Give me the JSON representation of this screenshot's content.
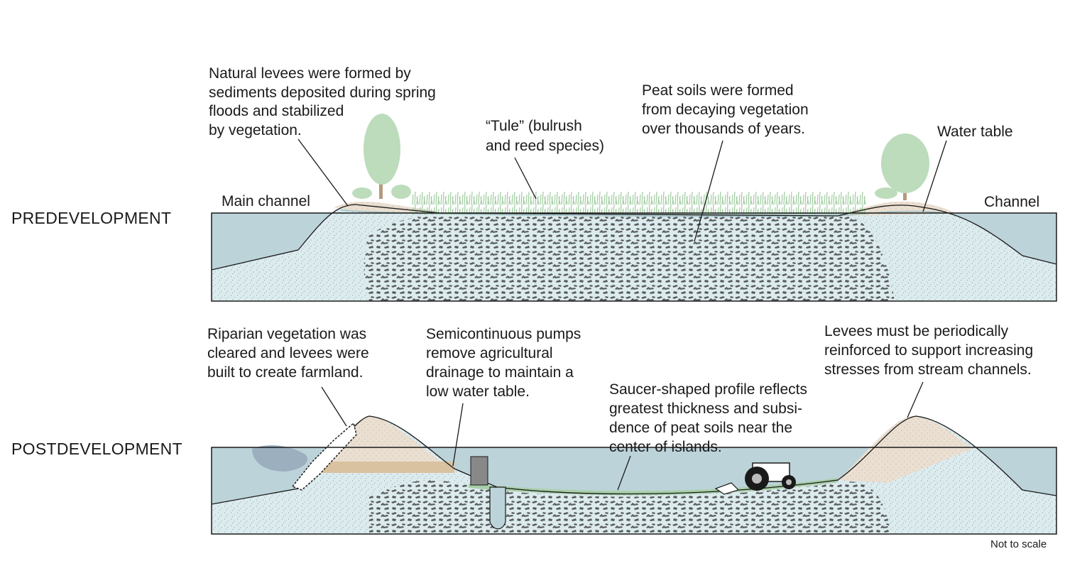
{
  "sections": {
    "pre": "PREDEVELOPMENT",
    "post": "POSTDEVELOPMENT"
  },
  "pre_labels": {
    "main_channel": "Main channel",
    "channel": "Channel",
    "water_table": "Water table",
    "levees": [
      "Natural levees were formed by",
      "sediments deposited during spring",
      "floods and stabilized",
      "by vegetation."
    ],
    "tule": [
      "“Tule” (bulrush",
      "and reed species)"
    ],
    "peat": [
      "Peat soils were formed",
      "from decaying vegetation",
      "over thousands of years."
    ]
  },
  "post_labels": {
    "riparian": [
      "Riparian vegetation was",
      "cleared and levees were",
      "built to create farmland."
    ],
    "pumps": [
      "Semicontinuous pumps",
      "remove agricultural",
      "drainage to maintain a",
      "low water table."
    ],
    "saucer": [
      "Saucer-shaped profile reflects",
      "greatest thickness and subsi-",
      "dence of peat soils near the",
      "center of islands."
    ],
    "reinforce": [
      "Levees must be periodically",
      "reinforced to support increasing",
      "stresses from stream channels."
    ]
  },
  "footer": "Not to scale",
  "colors": {
    "water": "#bcd3d9",
    "sand": "#dcebee",
    "peat": "#5a5a5a",
    "levee": "#eadfd1",
    "vegetation": "#a8cfa8",
    "outline": "#1a1a1a"
  }
}
